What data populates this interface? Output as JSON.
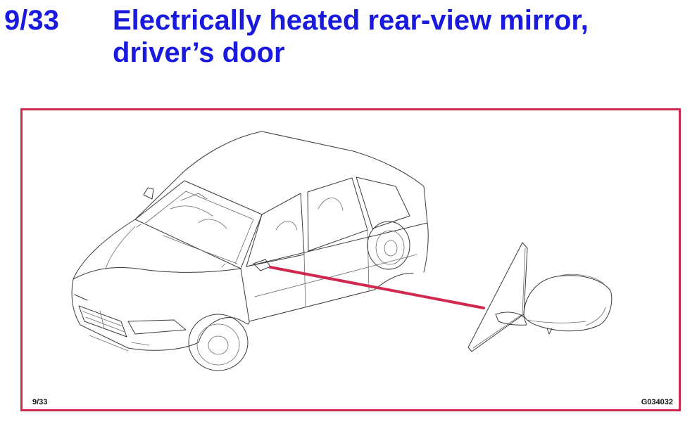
{
  "header": {
    "page_number": "9/33",
    "title_line1": "Electrically heated rear-view mirror,",
    "title_line2": "driver’s door"
  },
  "figure": {
    "ref_label": "9/33",
    "image_code": "G034032",
    "frame_color": "#d0284e",
    "pointer_color": "#d0284e"
  },
  "colors": {
    "title": "#1a1adf",
    "frame": "#d0284e"
  }
}
